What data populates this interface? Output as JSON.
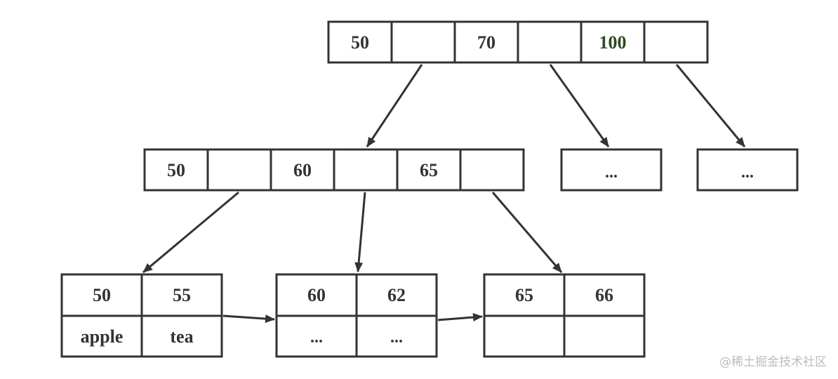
{
  "root": {
    "keys": [
      "50",
      "70",
      "100"
    ]
  },
  "internal": {
    "keys": [
      "50",
      "60",
      "65"
    ]
  },
  "placeholders": {
    "right_1": "...",
    "right_2": "..."
  },
  "leaves": [
    {
      "keys": [
        "50",
        "55"
      ],
      "values": [
        "apple",
        "tea"
      ]
    },
    {
      "keys": [
        "60",
        "62"
      ],
      "values": [
        "...",
        "..."
      ]
    },
    {
      "keys": [
        "65",
        "66"
      ],
      "values": [
        "",
        ""
      ]
    }
  ],
  "watermark": "@稀土掘金技术社区",
  "colors": {
    "stroke": "#333333",
    "text": "#333333",
    "highlight_text": "#2e4a1f",
    "watermark": "#b9bcc2"
  }
}
